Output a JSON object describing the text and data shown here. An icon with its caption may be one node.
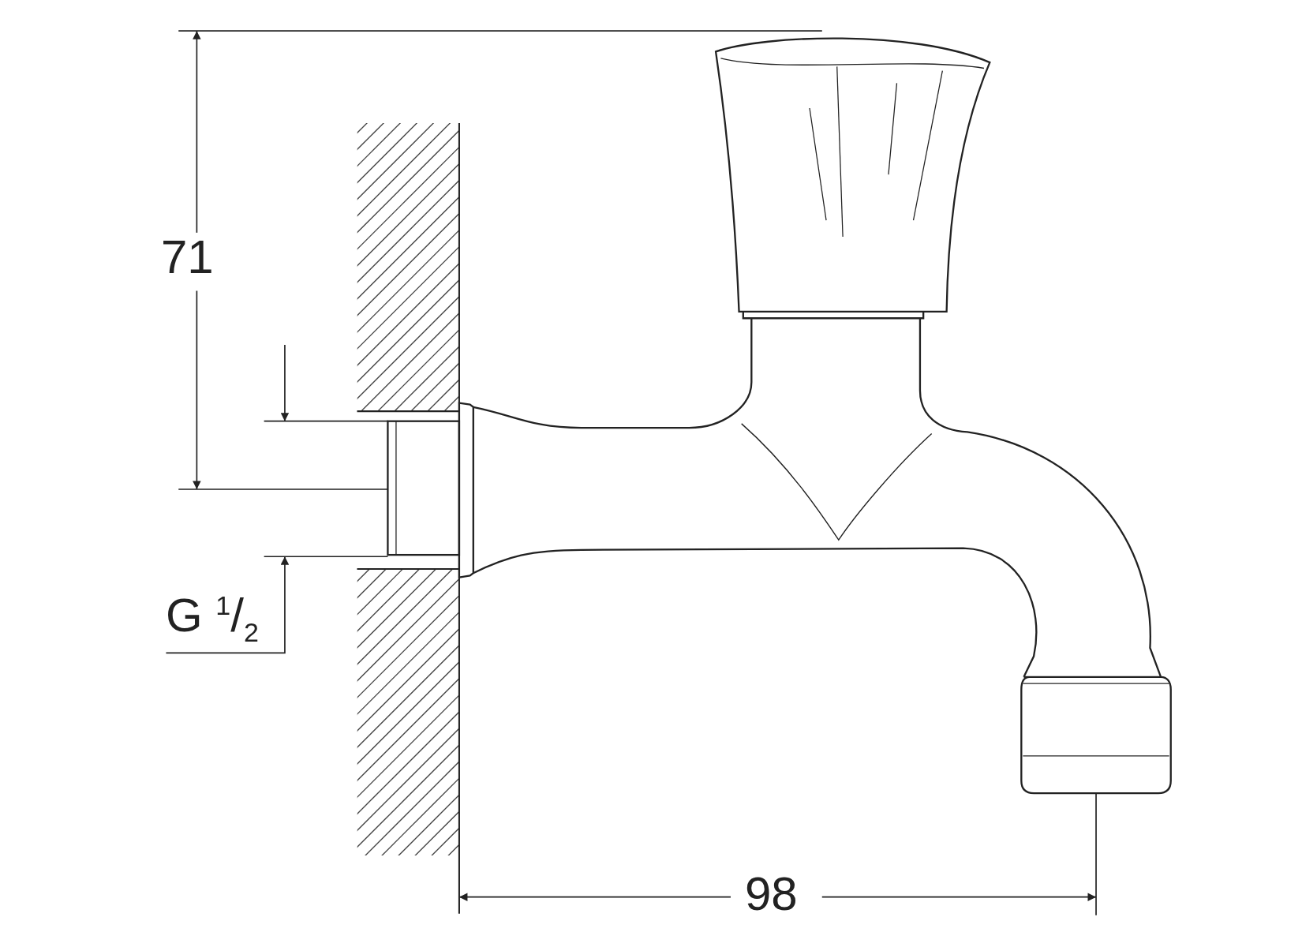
{
  "diagram": {
    "labels": [
      "71",
      "G $^{1}$/$_{2}$",
      "98"
    ]
  }
}
